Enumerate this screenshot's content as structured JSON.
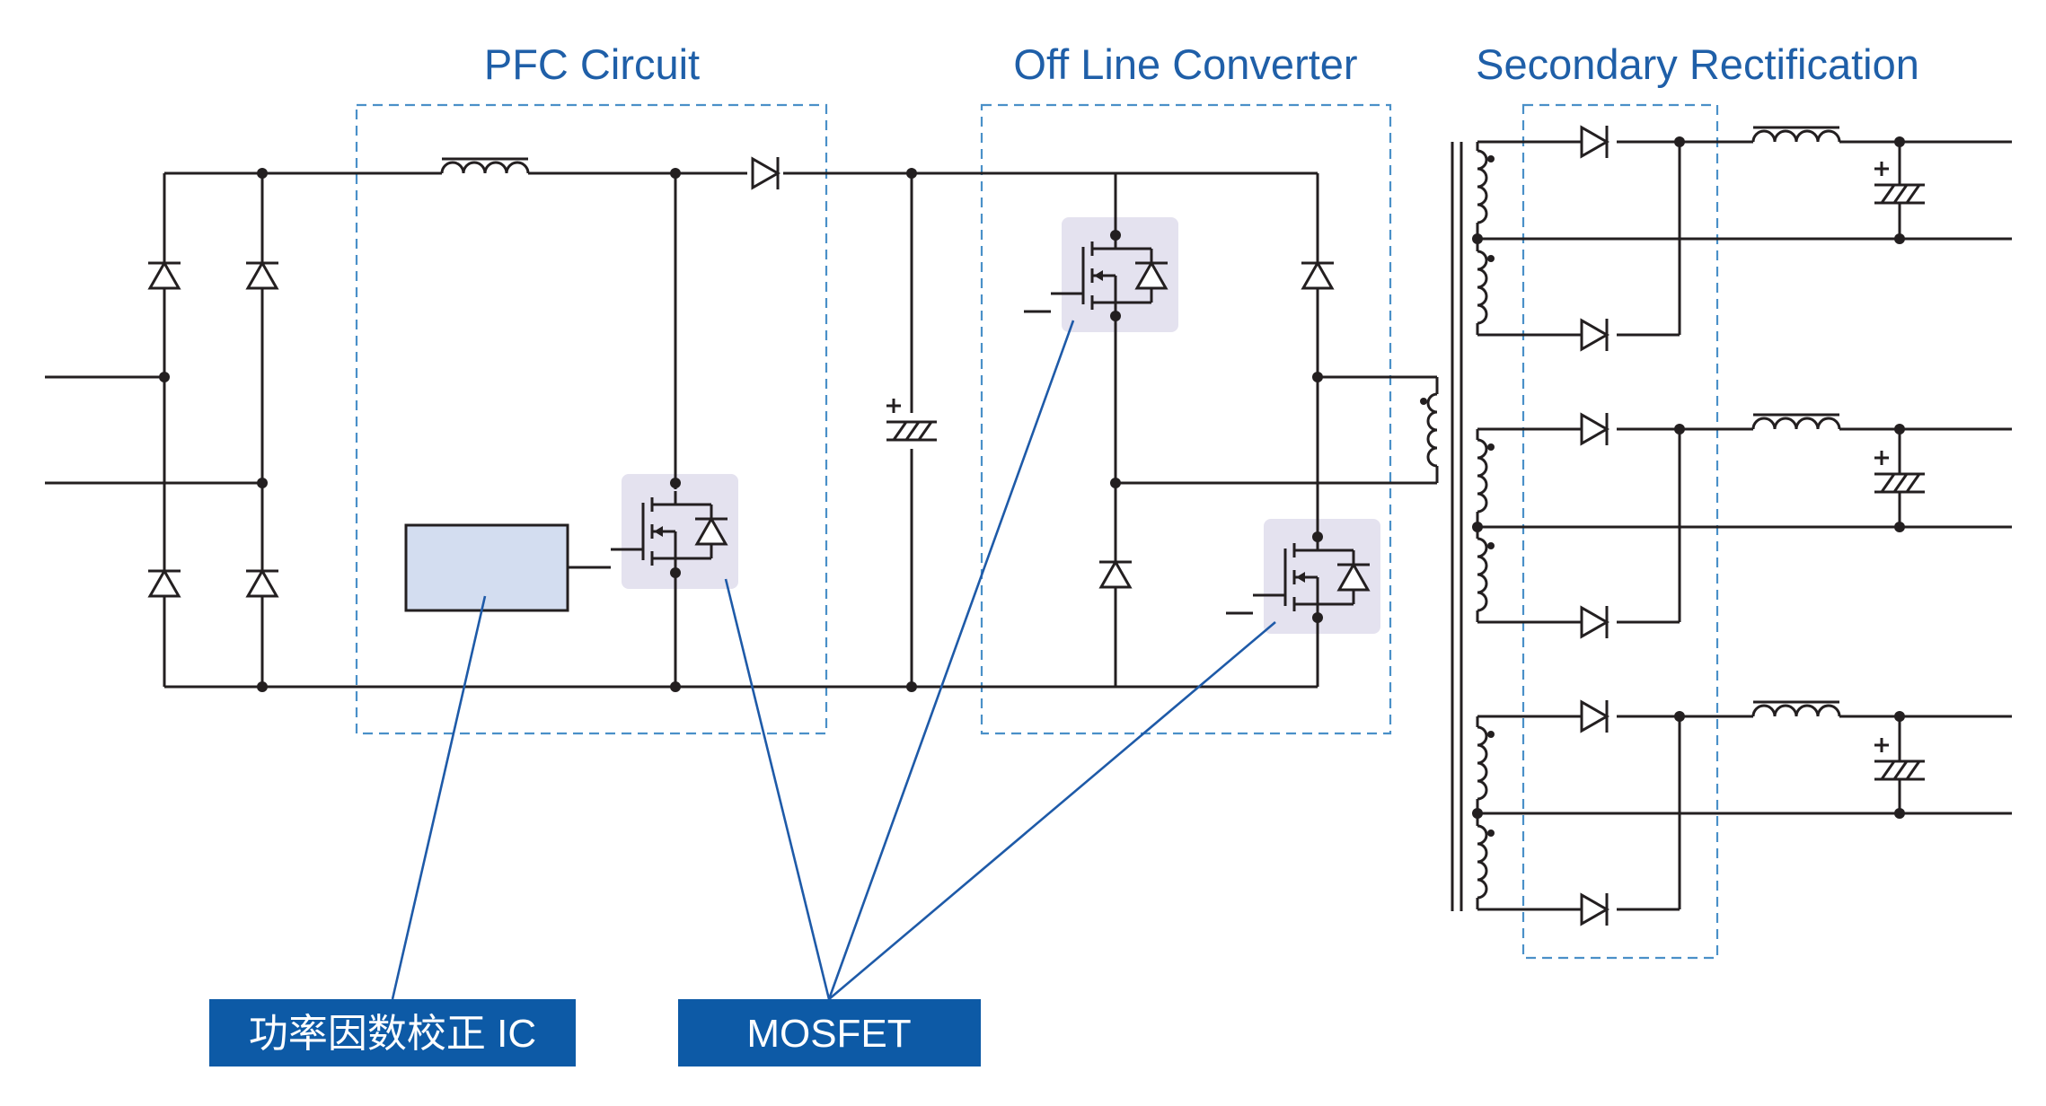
{
  "sections": {
    "pfc": "PFC Circuit",
    "offline": "Off Line Converter",
    "secondary": "Secondary Rectification"
  },
  "tags": {
    "pfc_ic": "功率因数校正 IC",
    "mosfet": "MOSFET"
  },
  "colors": {
    "section_title": "#1f5fa8",
    "tag_background": "#0d5aa6",
    "highlight": "#e4e2ef",
    "ic_fill": "#d3ddf0",
    "wire": "#231f20"
  }
}
